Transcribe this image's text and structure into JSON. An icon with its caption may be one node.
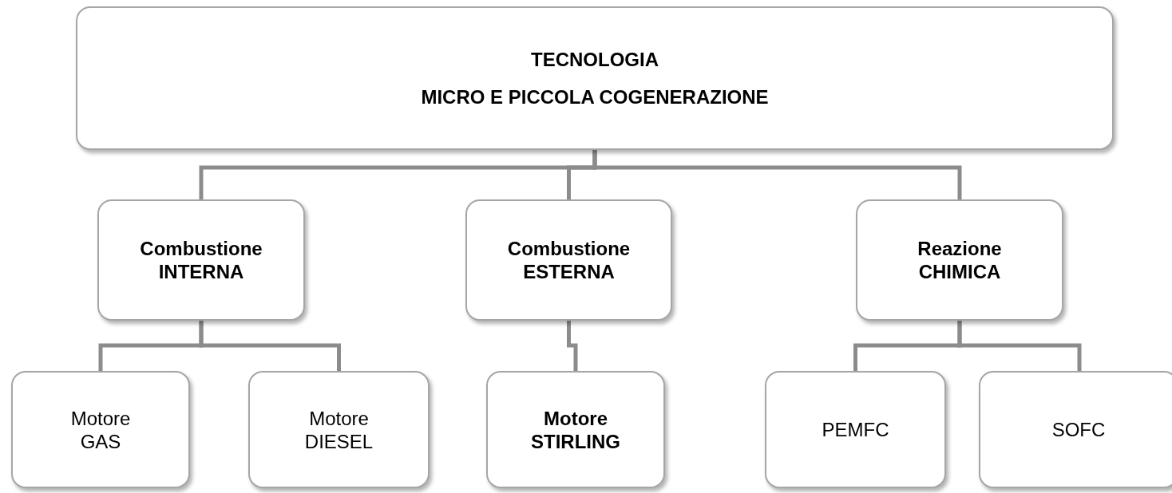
{
  "diagram": {
    "nodes": [
      {
        "text": [
          "TECNOLOGIA",
          "MICRO E PICCOLA COGENERAZIONE"
        ]
      },
      {
        "text": [
          "Combustione INTERNA"
        ]
      },
      {
        "text": [
          "Combustione ESTERNA"
        ]
      },
      {
        "text": [
          "Reazione CHIMICA"
        ]
      },
      {
        "text": [
          "Motore GAS"
        ]
      },
      {
        "text": [
          "Motore DIESEL"
        ]
      },
      {
        "text": [
          "Motore STIRLING"
        ]
      },
      {
        "text": [
          "PEMFC"
        ]
      },
      {
        "text": [
          "SOFC"
        ]
      }
    ],
    "edges": [
      {
        "from": 0,
        "to": 1,
        "arrow": "none"
      },
      {
        "from": 0,
        "to": 2,
        "arrow": "none"
      },
      {
        "from": 0,
        "to": 3,
        "arrow": "none"
      },
      {
        "from": 1,
        "to": 4,
        "arrow": "none"
      },
      {
        "from": 1,
        "to": 5,
        "arrow": "none"
      },
      {
        "from": 2,
        "to": 6,
        "arrow": "none"
      },
      {
        "from": 3,
        "to": 7,
        "arrow": "none"
      },
      {
        "from": 3,
        "to": 8,
        "arrow": "none"
      }
    ]
  }
}
